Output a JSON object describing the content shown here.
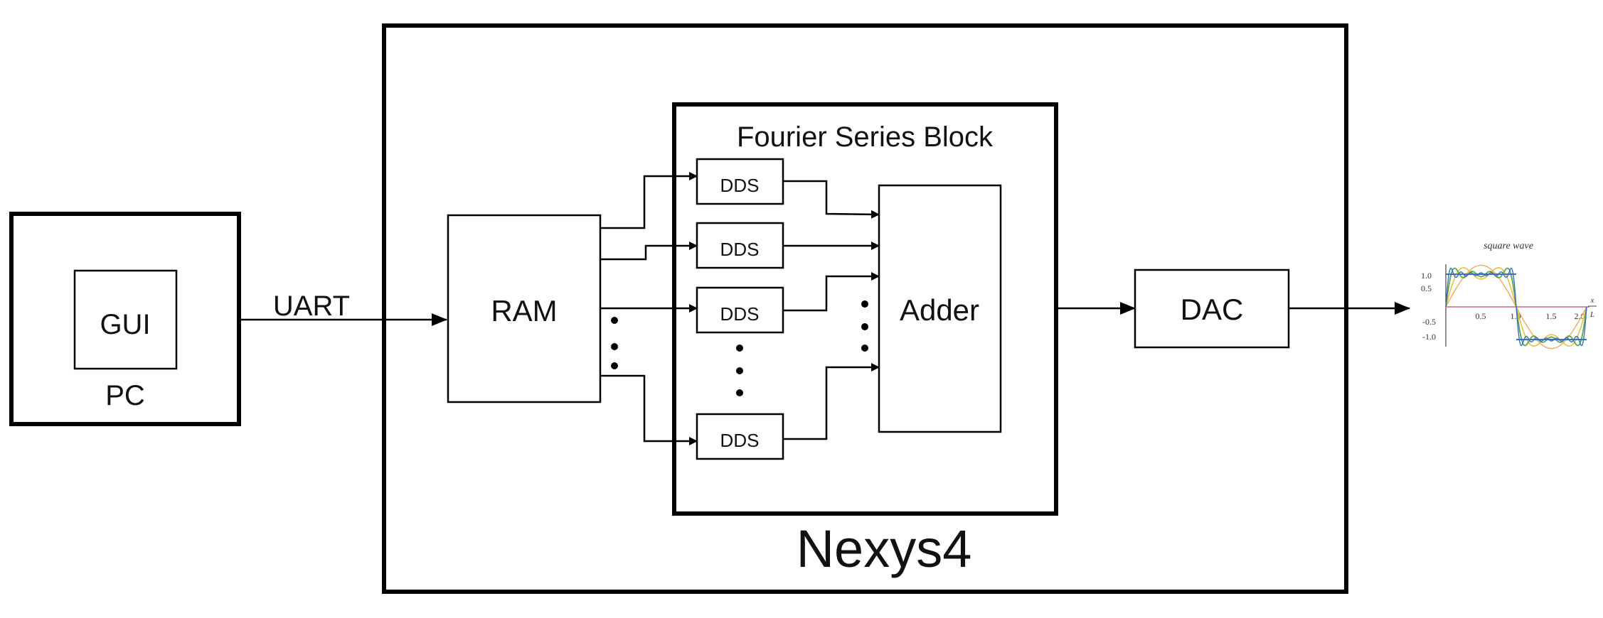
{
  "pc": {
    "label": "PC",
    "gui_label": "GUI"
  },
  "link": {
    "label": "UART"
  },
  "board": {
    "label": "Nexys4"
  },
  "ram": {
    "label": "RAM"
  },
  "fourier_block": {
    "title": "Fourier Series Block",
    "dds_label": "DDS"
  },
  "adder": {
    "label": "Adder"
  },
  "dac": {
    "label": "DAC"
  },
  "output_plot": {
    "title": "square wave",
    "y_ticks": [
      "1.0",
      "0.5",
      "-0.5",
      "-1.0"
    ],
    "x_ticks": [
      "0.5",
      "1.0",
      "1.5",
      "2.0"
    ],
    "x_axis_label_num": "x",
    "x_axis_label_den": "L"
  },
  "colors": {
    "line": "#000000",
    "wave_blue": "#3a6fc4",
    "wave_green": "#5aa84a",
    "wave_yellow": "#e8c23a",
    "wave_orange": "#f0a85a",
    "axis_pink": "#d88ca0"
  }
}
